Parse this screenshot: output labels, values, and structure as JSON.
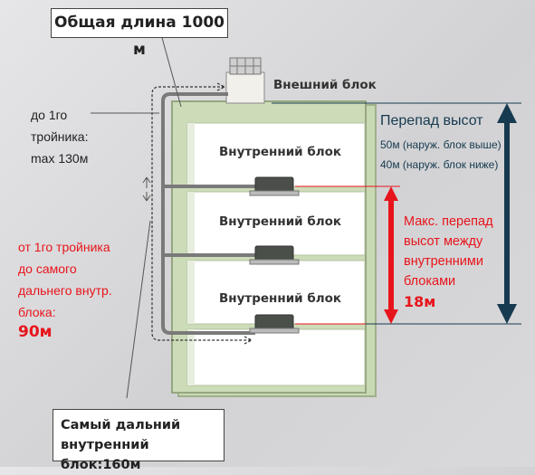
{
  "total_length_label": "Общая длина 1000 м",
  "outdoor_unit_label": "Внешний блок",
  "indoor_unit_label": "Внутренний блок",
  "first_tee_note": [
    "до 1го",
    "тройника:",
    "max 130м"
  ],
  "farthest_from_tee_note": [
    "от 1го тройника",
    "до самого",
    "дальнего внутр.",
    "блока:"
  ],
  "farthest_from_tee_value": "90м",
  "farthest_unit_note": [
    "Самый дальний",
    "внутренний блок:160м"
  ],
  "height_diff": {
    "title": "Перепад высот",
    "line1": "50м (наруж. блок выше)",
    "line2": "40м (наруж. блок ниже)"
  },
  "indoor_height_diff": {
    "lines": [
      "Макс. перепад",
      "высот между",
      "внутренними",
      "блоками"
    ],
    "value": "18м"
  },
  "colors": {
    "red": "#e8141b",
    "dark_blue": "#163a4f",
    "building_green": "#c9d8b4",
    "pipe_gray": "#7a7a7a"
  }
}
